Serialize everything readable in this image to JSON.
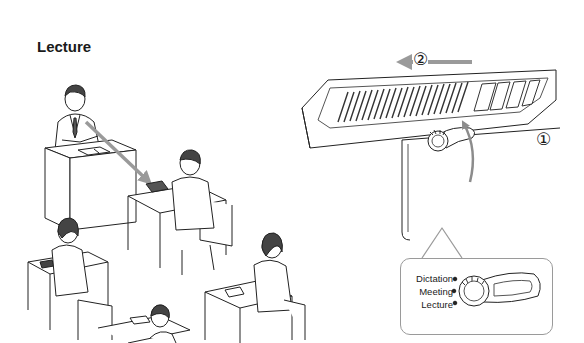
{
  "diagram": {
    "title": "Lecture",
    "nodes": [
      {
        "text": [
          "Dictation",
          "Meeting",
          "Lecture"
        ]
      }
    ],
    "labels": [
      "②",
      "①"
    ]
  }
}
